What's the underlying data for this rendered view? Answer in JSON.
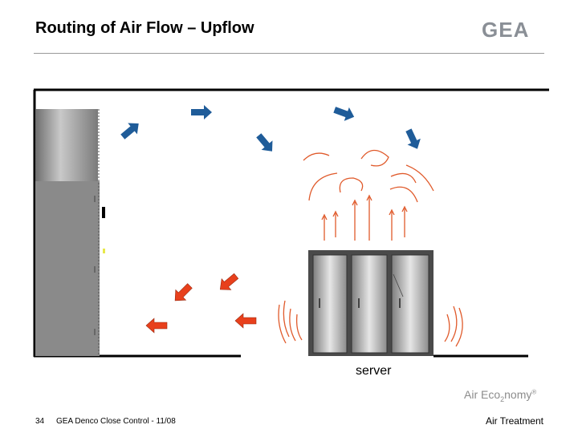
{
  "slide": {
    "title": "Routing of Air Flow – Upflow",
    "logo_text": "GEA",
    "server_label": "server",
    "brand_tagline": {
      "part1": "Air Eco",
      "subscript": "2",
      "part2": "nomy",
      "mark": "®"
    },
    "page_number": "34",
    "footer_text": "GEA Denco Close Control - 11/08",
    "footer_right": "Air Treatment"
  },
  "colors": {
    "cool_air": "#1f5c99",
    "warm_air": "#e8401c",
    "heat_lines": "#e05a2b",
    "unit_body": "#8a8a8a",
    "logo": "#8a8f96"
  },
  "icons": {
    "blue_arrows": "cool-air-arrow-icon",
    "red_arrows": "return-air-arrow-icon"
  }
}
